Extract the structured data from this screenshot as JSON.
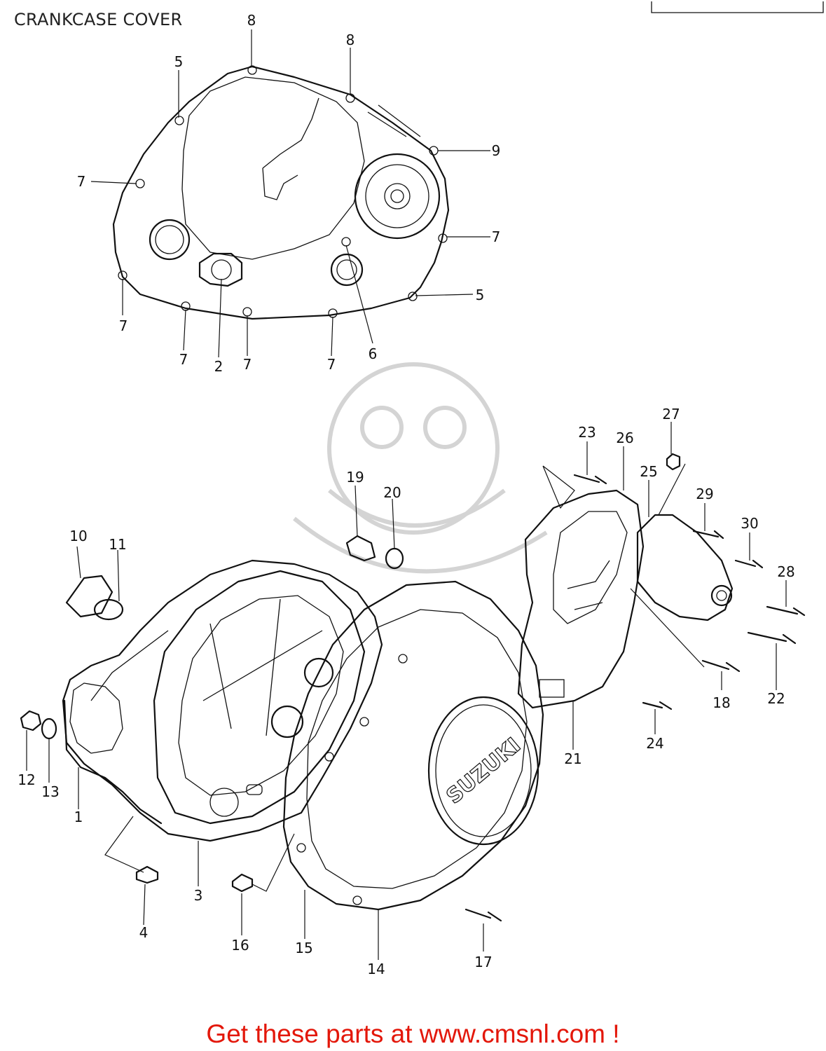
{
  "title": "CRANKCASE COVER",
  "footer": "Get these parts at www.cmsnl.com !",
  "brand_text": "SUZUKI",
  "colors": {
    "footer_text": "#e3170a",
    "line_art": "#111111",
    "watermark": "#d4d4d4"
  },
  "callouts": [
    "8",
    "8",
    "5",
    "9",
    "7",
    "7",
    "7",
    "5",
    "7",
    "7",
    "2",
    "7",
    "7",
    "6",
    "27",
    "23",
    "26",
    "25",
    "19",
    "20",
    "29",
    "30",
    "28",
    "10",
    "11",
    "18",
    "22",
    "24",
    "21",
    "12",
    "13",
    "1",
    "4",
    "3",
    "16",
    "15",
    "14",
    "17"
  ]
}
